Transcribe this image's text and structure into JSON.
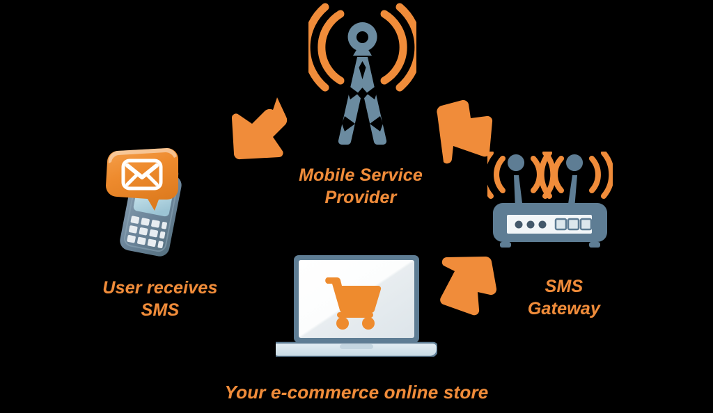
{
  "diagram": {
    "title": "SMS notification flow for e-commerce store",
    "background_color": "#000000",
    "accent_orange": "#F08C3A",
    "accent_slate": "#5E7D94"
  },
  "nodes": [
    {
      "id": "mobile-service-provider",
      "label": "Mobile Service\nProvider",
      "icon": "cell-tower-icon",
      "color": "#F08C3A"
    },
    {
      "id": "user-receives-sms",
      "label": "User receives\nSMS",
      "icon": "phone-sms-icon",
      "color": "#F08C3A"
    },
    {
      "id": "sms-gateway",
      "label": "SMS\nGateway",
      "icon": "wifi-router-icon",
      "color": "#F08C3A"
    },
    {
      "id": "ecommerce-store",
      "label": "Your e-commerce online store",
      "icon": "laptop-shopping-cart-icon",
      "color": "#F08C3A"
    }
  ],
  "arrows": [
    {
      "id": "arrow-tower-to-phone",
      "direction": "down-left",
      "from": "mobile-service-provider",
      "to": "user-receives-sms",
      "color": "#F08C3A"
    },
    {
      "id": "arrow-gateway-to-tower",
      "direction": "up-left",
      "from": "sms-gateway",
      "to": "mobile-service-provider",
      "color": "#F08C3A"
    },
    {
      "id": "arrow-store-to-gateway",
      "direction": "up-right",
      "from": "ecommerce-store",
      "to": "sms-gateway",
      "color": "#F08C3A"
    }
  ]
}
